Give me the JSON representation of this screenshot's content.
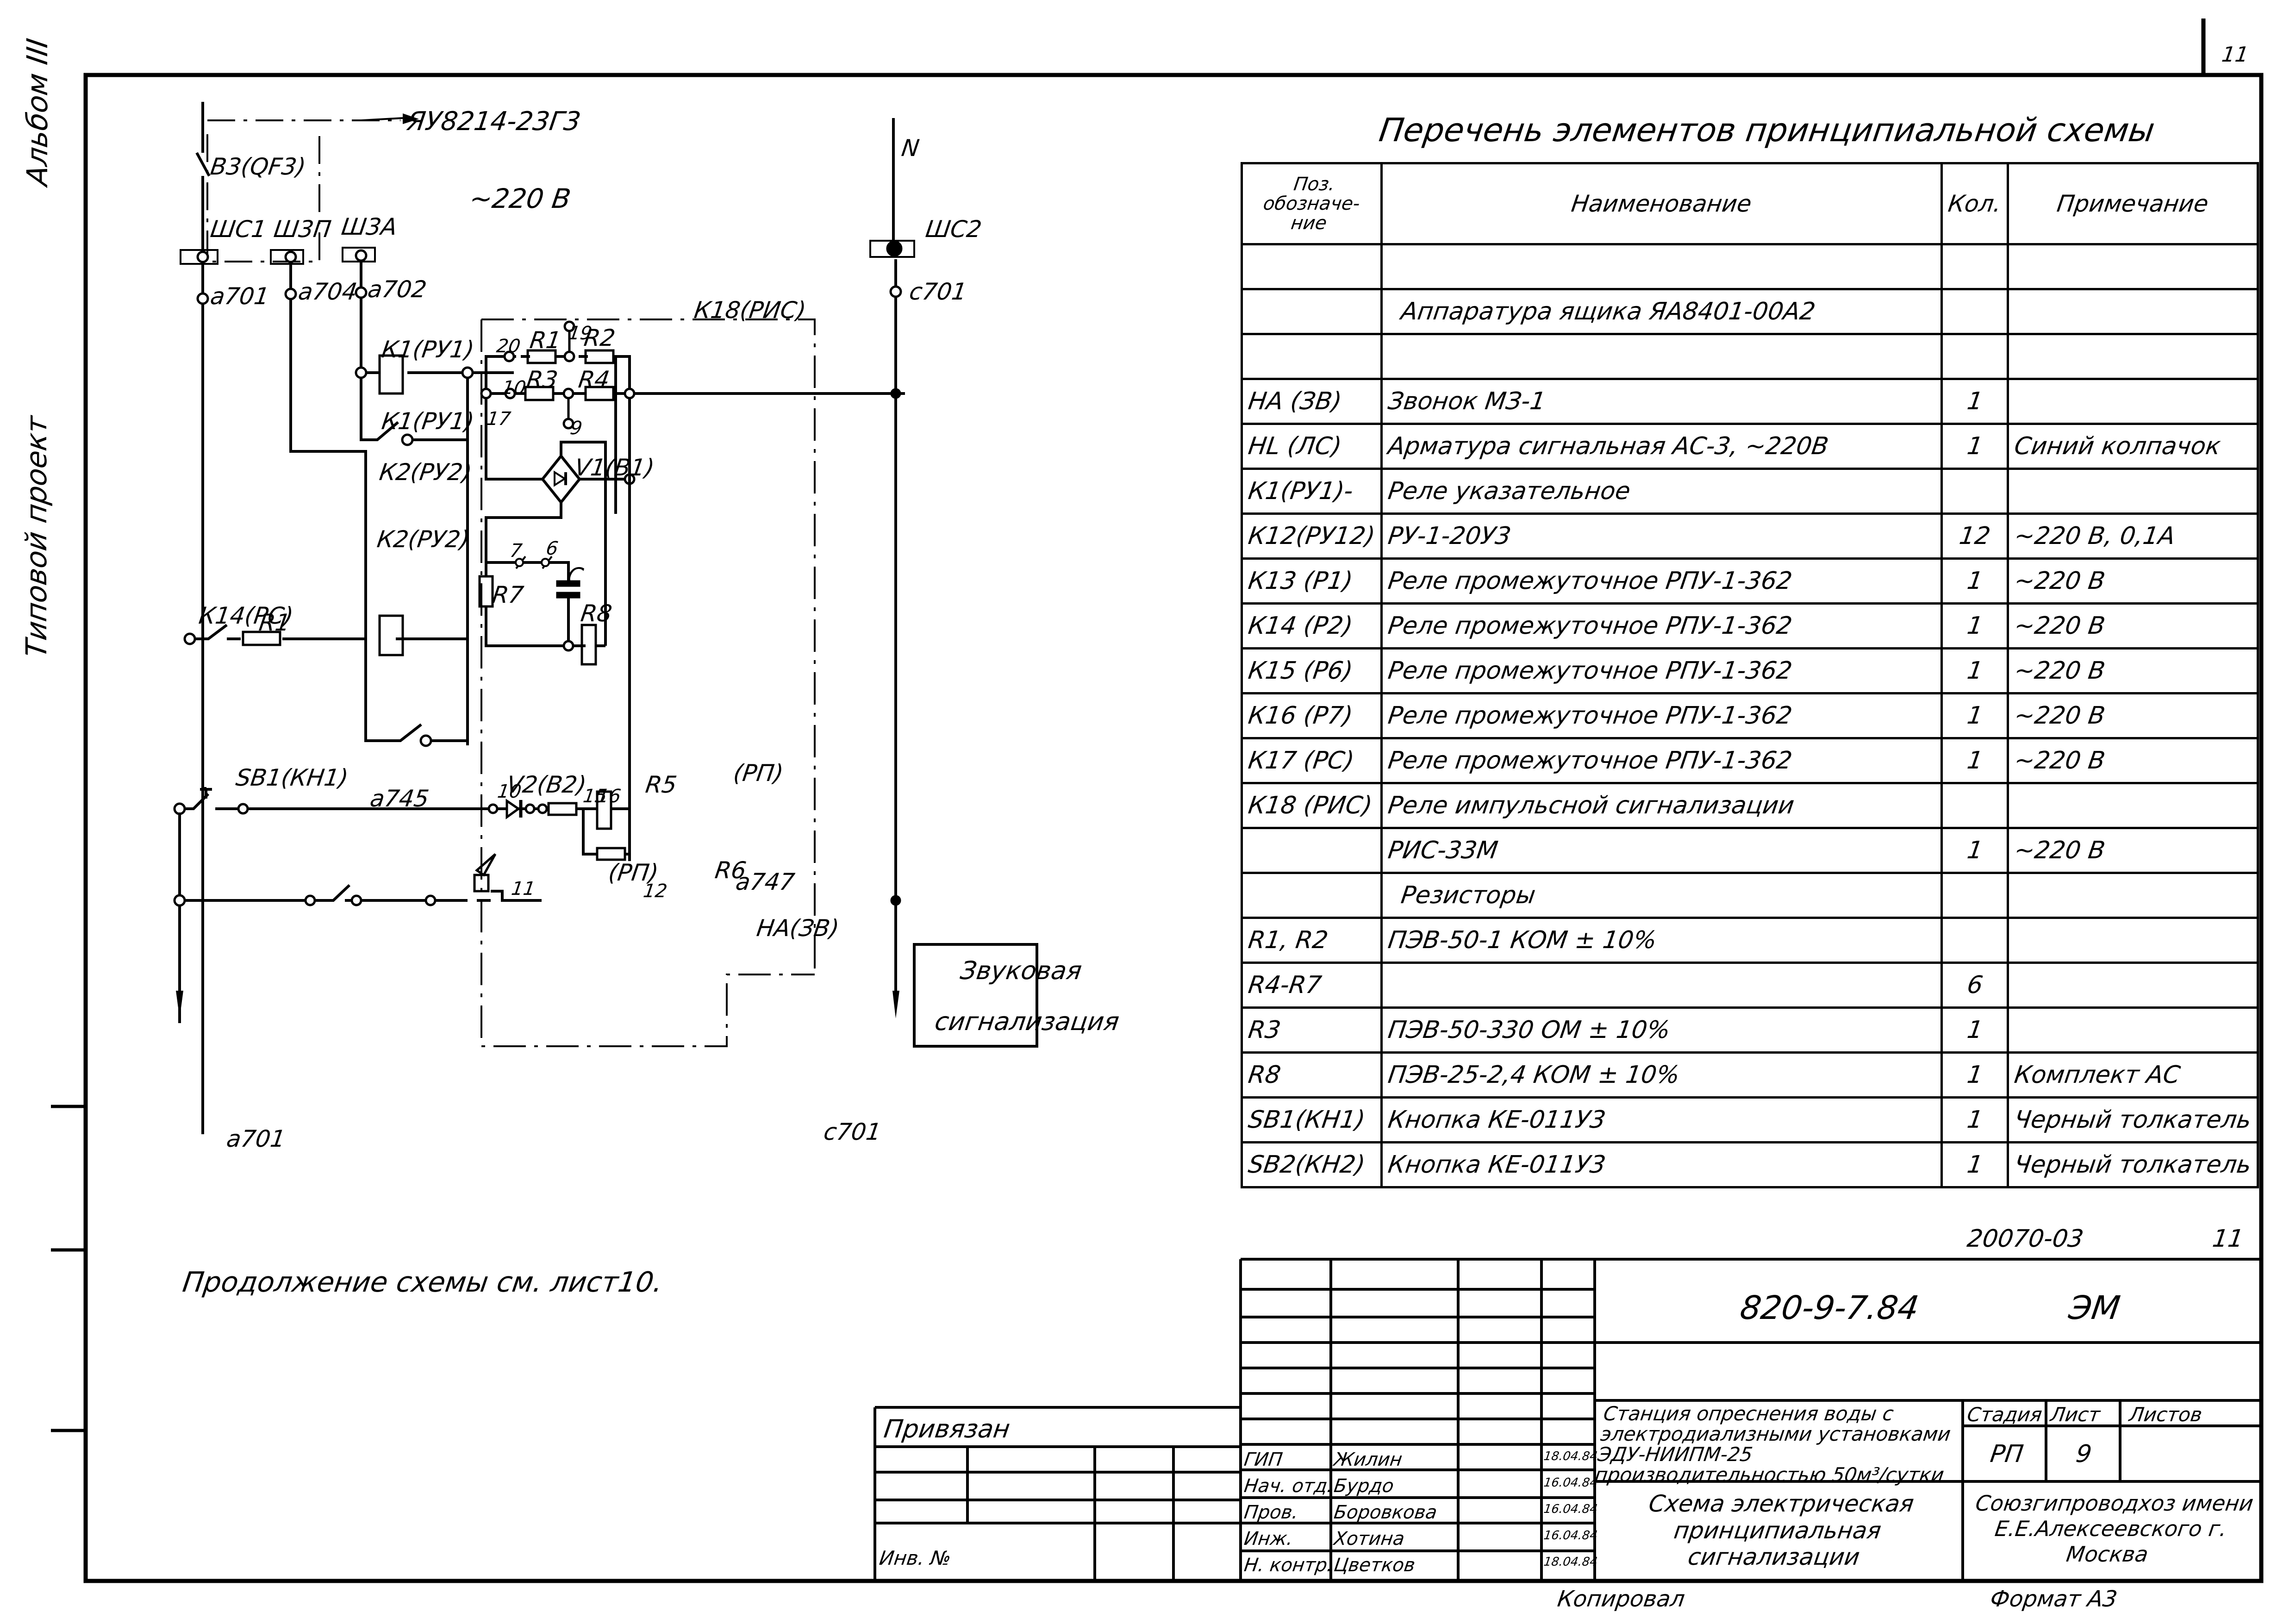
{
  "side_labels": {
    "album": "Альбом III",
    "project_type": "Типовой проект"
  },
  "corner": {
    "sheet_top": "11",
    "doc_code": "20070-03",
    "sheet_code": "11"
  },
  "schematic": {
    "breaker": "В3(QF3)",
    "feed_target": "ЯУ8214-23Г3",
    "voltage": "~220 В",
    "terminals_top": [
      "ШС1",
      "Ш3П",
      "Ш3А"
    ],
    "wire_top": [
      "а701",
      "а704",
      "а702"
    ],
    "neutral": "N",
    "neutral_terminal": "ШС2",
    "neutral_wire": "с701",
    "relay_k1_coil": "К1(РУ1)",
    "relay_k1_contact": "К1(РУ1)",
    "relay_k2_coil": "К2(РУ2)",
    "relay_k2_contact": "К2(РУ2)",
    "contact_k14": "К14(РС)",
    "resistor_ext": "R1",
    "k18_block": "К18(РИС)",
    "r1": "R1",
    "r2": "R2",
    "r3": "R3",
    "r4": "R4",
    "r5": "R5",
    "r6": "R6",
    "r7": "R7",
    "r8": "R8",
    "cap": "С",
    "bridge": "V1(В1)",
    "diode": "V2(В2)",
    "rp_coil": "(РП)",
    "rp_contact": "(РП)",
    "nodes": {
      "n20": "20",
      "n19": "19",
      "n10a": "10",
      "n9": "9",
      "n17": "17",
      "n7": "7",
      "n6": "6",
      "n10b": "10",
      "n15": "15",
      "n16": "16",
      "n11": "11",
      "n12": "12"
    },
    "button": "SB1(КН1)",
    "wire_745": "а745",
    "wire_747": "а747",
    "bell": "НА(ЗВ)",
    "sound_box": [
      "Звуковая",
      "сигнализация"
    ],
    "bottom_left": "а701",
    "bottom_right": "с701",
    "continuation_note": "Продолжение схемы см. лист10."
  },
  "elements_table": {
    "title": "Перечень элементов принципиальной схемы",
    "headers": [
      "Поз. обозначе-ние",
      "Наименование",
      "Кол.",
      "Примечание"
    ],
    "rows": [
      {
        "pos": "",
        "name": "",
        "qty": "",
        "note": "",
        "section": false
      },
      {
        "pos": "",
        "name": "Аппаратура ящика ЯА8401-00А2",
        "qty": "",
        "note": "",
        "section": true
      },
      {
        "pos": "",
        "name": "",
        "qty": "",
        "note": "",
        "section": false
      },
      {
        "pos": "НА (ЗВ)",
        "name": "Звонок МЗ-1",
        "qty": "1",
        "note": ""
      },
      {
        "pos": "НL (ЛС)",
        "name": "Арматура сигнальная АС-3, ~220В",
        "qty": "1",
        "note": "Синий колпачок"
      },
      {
        "pos": "К1(РУ1)-",
        "name": "Реле указательное",
        "qty": "",
        "note": ""
      },
      {
        "pos": "К12(РУ12)",
        "name": "РУ-1-20У3",
        "qty": "12",
        "note": "~220 В, 0,1А"
      },
      {
        "pos": "К13 (Р1)",
        "name": "Реле промежуточное РПУ-1-362",
        "qty": "1",
        "note": "~220 В"
      },
      {
        "pos": "К14 (Р2)",
        "name": "Реле промежуточное РПУ-1-362",
        "qty": "1",
        "note": "~220 В"
      },
      {
        "pos": "К15 (Р6)",
        "name": "Реле промежуточное РПУ-1-362",
        "qty": "1",
        "note": "~220 В"
      },
      {
        "pos": "К16 (Р7)",
        "name": "Реле промежуточное РПУ-1-362",
        "qty": "1",
        "note": "~220 В"
      },
      {
        "pos": "К17 (РС)",
        "name": "Реле промежуточное РПУ-1-362",
        "qty": "1",
        "note": "~220 В"
      },
      {
        "pos": "К18 (РИС)",
        "name": "Реле импульсной сигнализации",
        "qty": "",
        "note": ""
      },
      {
        "pos": "",
        "name": "РИС-33М",
        "qty": "1",
        "note": "~220 В"
      },
      {
        "pos": "",
        "name": "Резисторы",
        "qty": "",
        "note": "",
        "section": true
      },
      {
        "pos": "R1, R2",
        "name": "ПЭВ-50-1 КОМ ± 10%",
        "qty": "",
        "note": ""
      },
      {
        "pos": "R4-R7",
        "name": "",
        "qty": "6",
        "note": ""
      },
      {
        "pos": "R3",
        "name": "ПЭВ-50-330 ОМ ± 10%",
        "qty": "1",
        "note": ""
      },
      {
        "pos": "R8",
        "name": "ПЭВ-25-2,4 КОМ ± 10%",
        "qty": "1",
        "note": "Комплект АС"
      },
      {
        "pos": "SB1(КН1)",
        "name": "Кнопка КЕ-011У3",
        "qty": "1",
        "note": "Черный толкатель"
      },
      {
        "pos": "SB2(КН2)",
        "name": "Кнопка КЕ-011У3",
        "qty": "1",
        "note": "Черный толкатель"
      }
    ]
  },
  "title_block": {
    "designation": "820-9-7.84",
    "mark": "ЭМ",
    "project_title": "Станция опреснения воды с электродиализными установками ЭДУ-НИИПМ-25 производительностью 50м³/сутки",
    "stage_header": "Стадия",
    "sheet_header": "Лист",
    "sheets_header": "Листов",
    "stage": "РП",
    "sheet": "9",
    "sheets": "",
    "drawing_title": "Схема электрическая принципиальная сигнализации",
    "organization": "Союзгипроводхоз имени Е.Е.Алексеевского г. Москва",
    "signatures": [
      {
        "role": "ГИП",
        "name": "Жилин",
        "date": "18.04.84"
      },
      {
        "role": "Нач. отд.",
        "name": "Бурдо",
        "date": "16.04.84"
      },
      {
        "role": "Пров.",
        "name": "Боровкова",
        "date": "16.04.84"
      },
      {
        "role": "Инж.",
        "name": "Хотина",
        "date": "16.04.84"
      },
      {
        "role": "Н. контр.",
        "name": "Цветков",
        "date": "18.04.84"
      }
    ],
    "bound_label": "Привязан",
    "inv_label": "Инв. №",
    "copied_label": "Копировал",
    "format_label": "Формат А3"
  }
}
